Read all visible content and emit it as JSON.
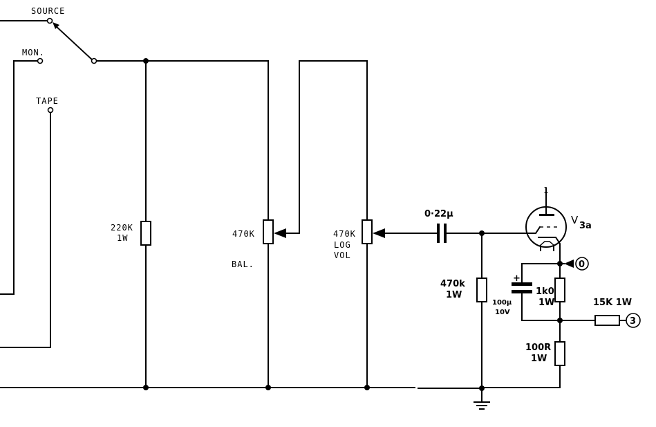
{
  "switch": {
    "source_label": "SOURCE",
    "mon_label": "MON.",
    "tape_label": "TAPE"
  },
  "resistors": {
    "r220k_value": "220K",
    "r220k_rating": "1W",
    "r470k_grid_value": "470k",
    "r470k_grid_rating": "1W",
    "r1k0_value": "1k0",
    "r1k0_rating": "1W",
    "r100r_value": "100R",
    "r100r_rating": "1W",
    "r15k_label": "15K 1W"
  },
  "pots": {
    "balance_value": "470K",
    "balance_name": "BAL.",
    "volume_value": "470K",
    "volume_taper": "LOG",
    "volume_name": "VOL"
  },
  "capacitors": {
    "coupling": "0·22µ",
    "cathode_value": "100µ",
    "cathode_voltage": "10V",
    "cathode_polarity": "+"
  },
  "tube": {
    "designator": "V",
    "subscript": "3a",
    "anode_pin": "1"
  },
  "outputs": {
    "terminal_0": "0",
    "terminal_3": "3"
  }
}
